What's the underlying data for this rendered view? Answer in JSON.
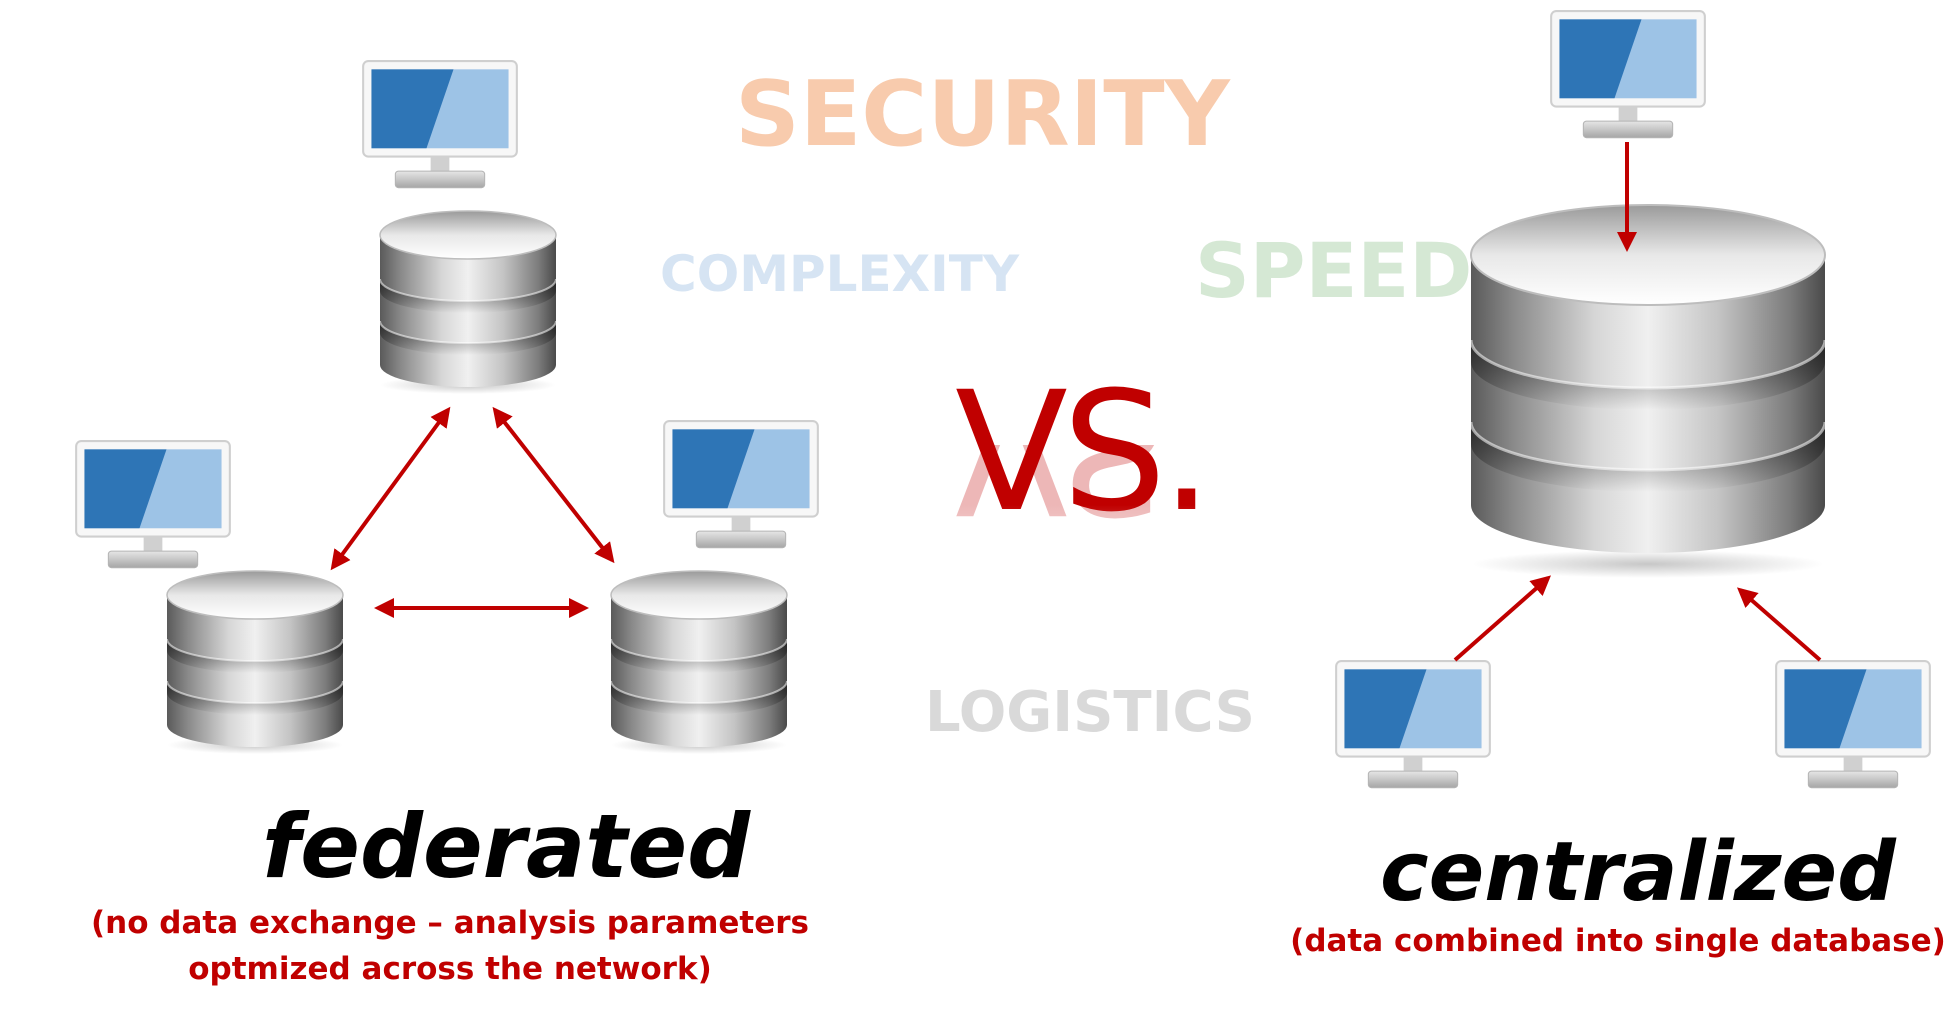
{
  "background_words": {
    "security": {
      "text": "SECURITY",
      "color": "#f8cbad"
    },
    "complexity": {
      "text": "COMPLEXITY",
      "color": "#d6e4f3"
    },
    "speed": {
      "text": "SPEED",
      "color": "#d5e8d4"
    },
    "logistics": {
      "text": "LOGISTICS",
      "color": "#d9d9d9"
    }
  },
  "vs": {
    "text": "VS.",
    "color": "#c00000"
  },
  "federated": {
    "title": "federated",
    "caption_line1": "(no data exchange – analysis parameters",
    "caption_line2": "optmized across the network)"
  },
  "centralized": {
    "title": "centralized",
    "caption": "(data combined into single database)"
  },
  "colors": {
    "accent": "#c00000",
    "screen_dark": "#2e75b6",
    "screen_light": "#9dc3e6",
    "monitor_frame": "#f2f2f2",
    "database": "#a6a6a6"
  },
  "icons": {
    "monitor": "monitor-icon",
    "database": "database-icon"
  }
}
